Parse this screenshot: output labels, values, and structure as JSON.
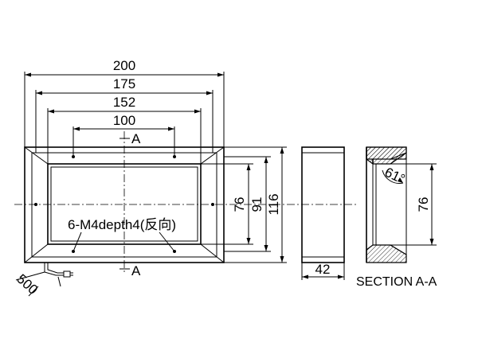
{
  "front_view": {
    "overall_width": "200",
    "outer_opening_width": "175",
    "inner_opening_width": "152",
    "hole_spacing_x": "100",
    "height_inner": "76",
    "height_mid": "91",
    "height_overall": "116",
    "section_mark_top": "A",
    "section_mark_bottom": "A",
    "hole_note": "6-M4depth4(反向)",
    "cable_length": "500"
  },
  "side_view": {
    "depth": "42"
  },
  "section_view": {
    "angle": "61°",
    "height": "76",
    "title": "SECTION A-A"
  }
}
